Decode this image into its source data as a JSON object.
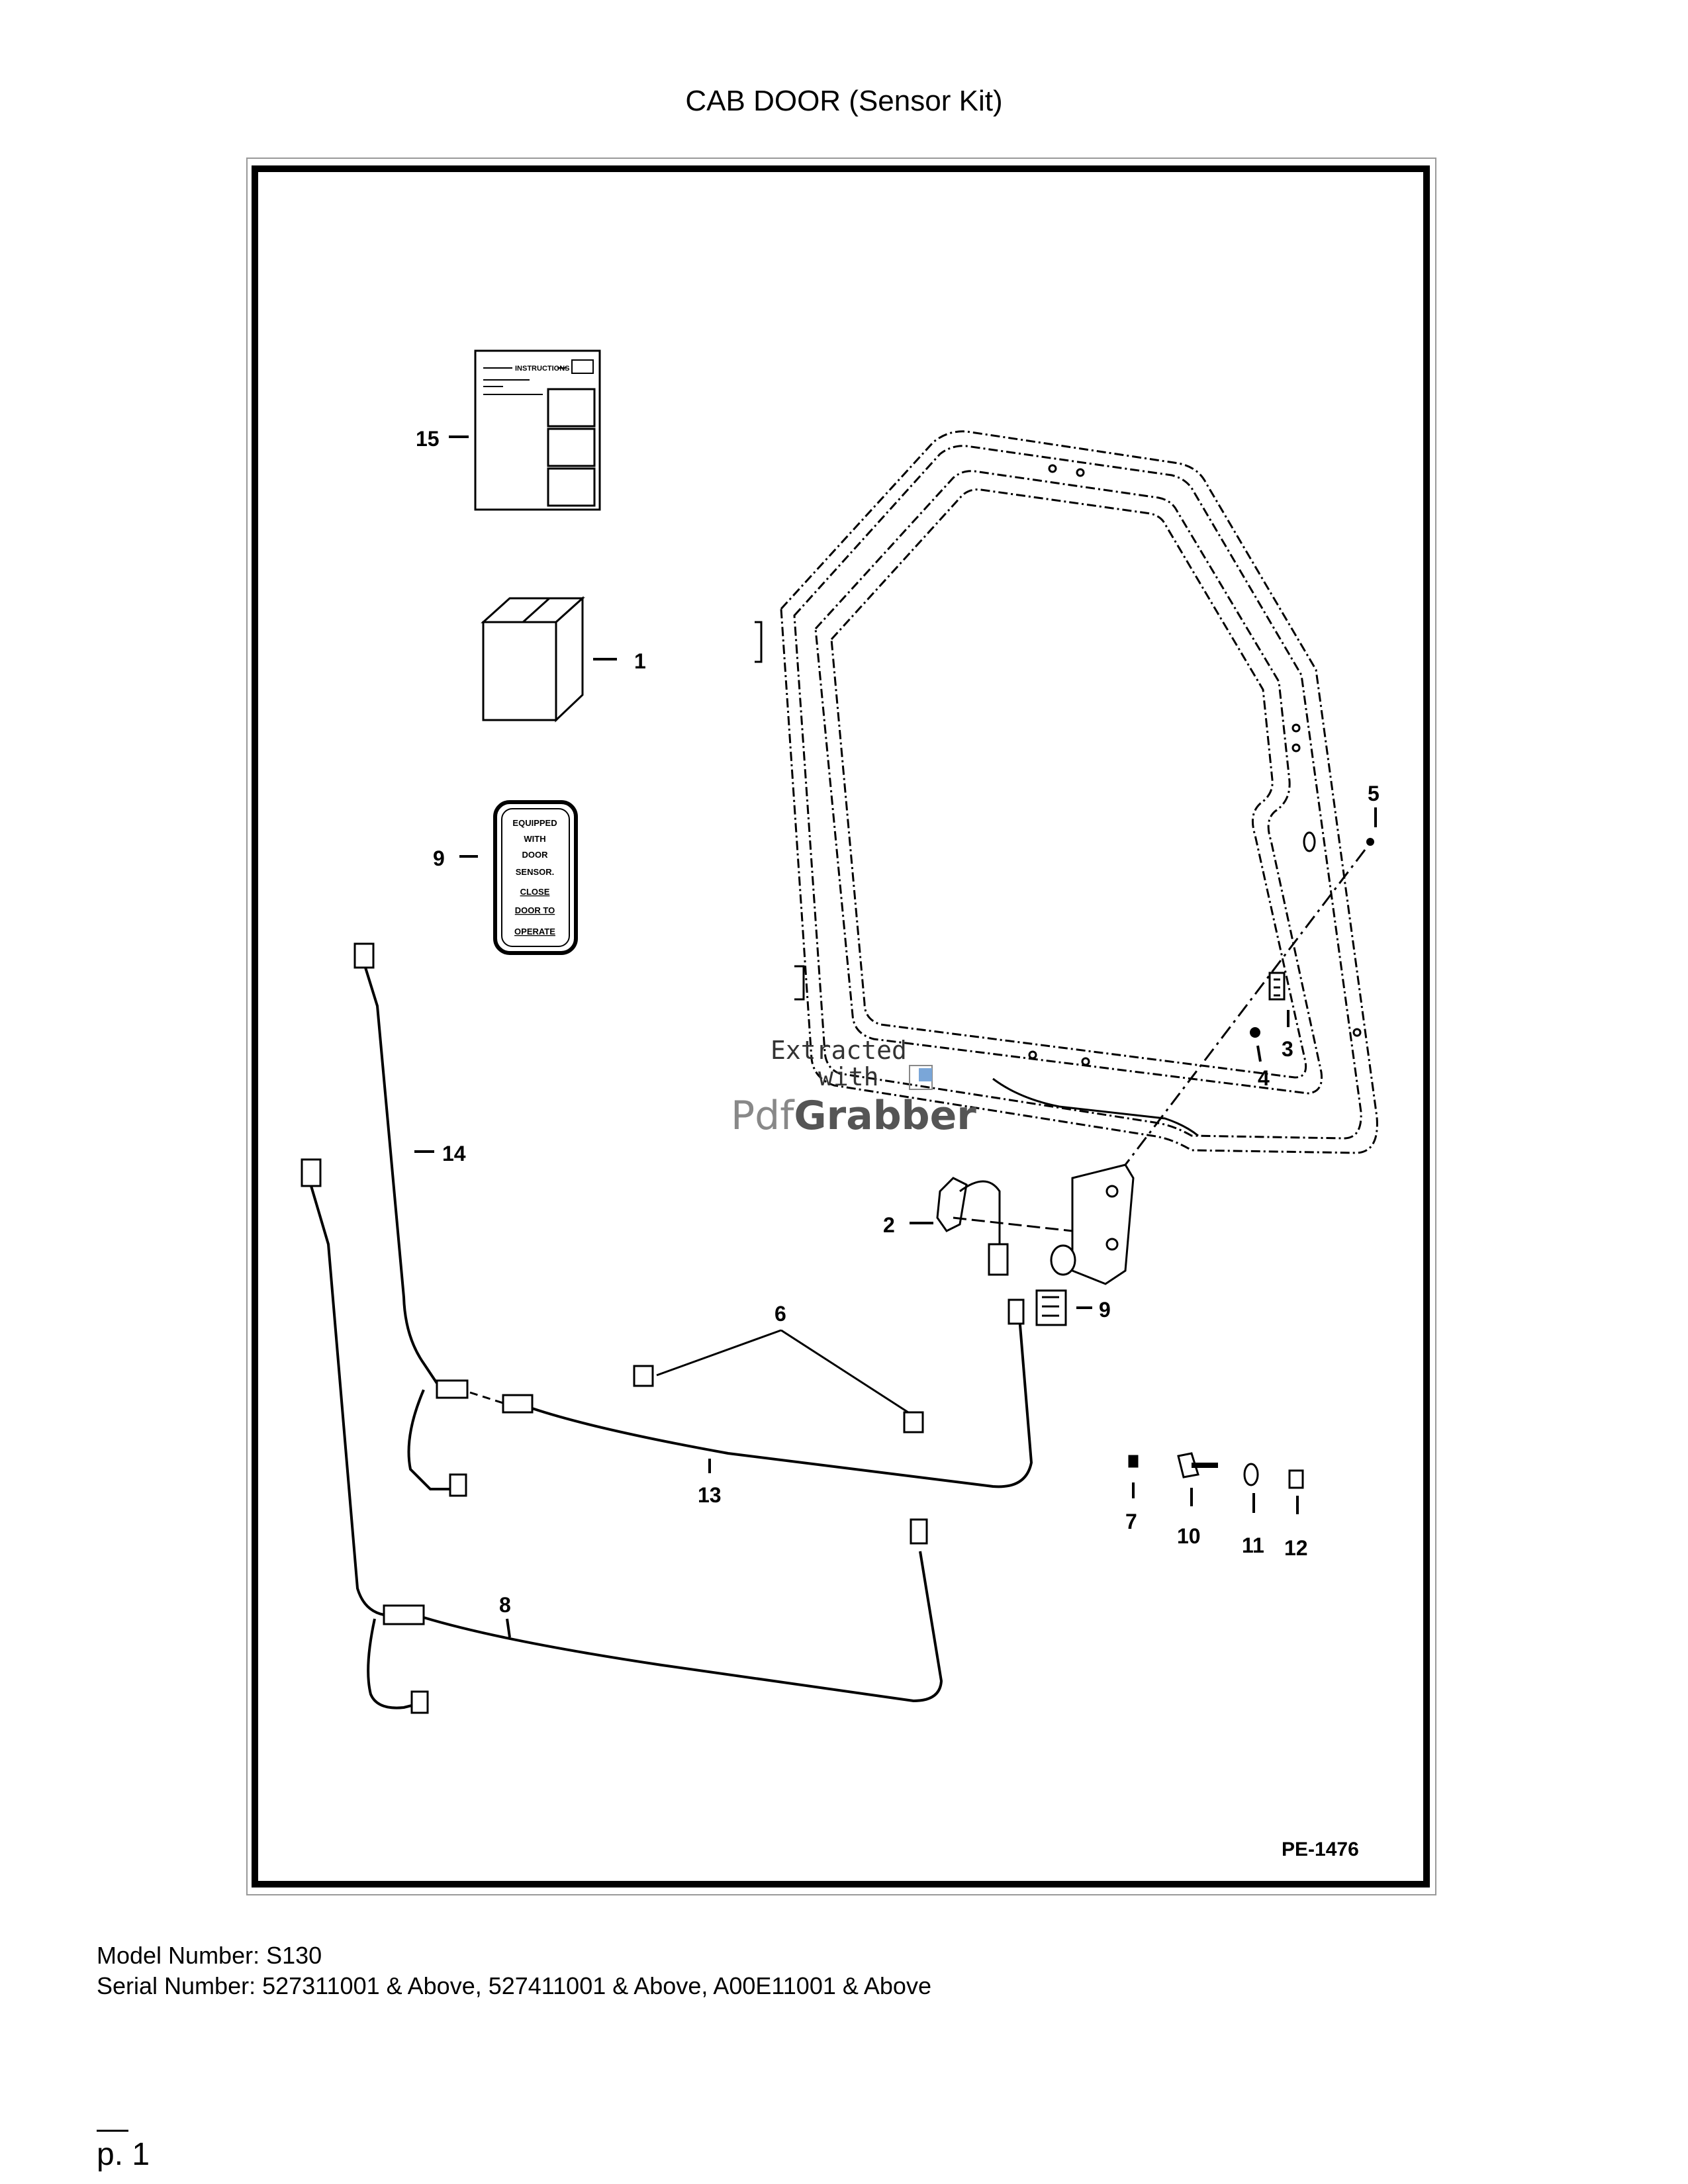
{
  "page": {
    "title": "CAB DOOR (Sensor Kit)",
    "model_line": "Model Number: S130",
    "serial_line": "Serial Number: 527311001 & Above, 527411001 & Above, A00E11001 & Above",
    "page_number": "p. 1"
  },
  "diagram": {
    "drawing_code": "PE-1476",
    "instruction_sheet_title": "INSTRUCTIONS",
    "decal_lines": [
      "EQUIPPED",
      "WITH",
      "DOOR",
      "SENSOR.",
      "CLOSE",
      "DOOR TO",
      "OPERATE"
    ],
    "callouts": {
      "c1": "1",
      "c2": "2",
      "c3": "3",
      "c4": "4",
      "c5": "5",
      "c6": "6",
      "c7": "7",
      "c8": "8",
      "c9a": "9",
      "c9b": "9",
      "c10": "10",
      "c11": "11",
      "c12": "12",
      "c13": "13",
      "c14": "14",
      "c15": "15"
    }
  },
  "watermark": {
    "line1": "Extracted",
    "line2": "with",
    "brand_a": "Pdf",
    "brand_b": "Grabber"
  }
}
